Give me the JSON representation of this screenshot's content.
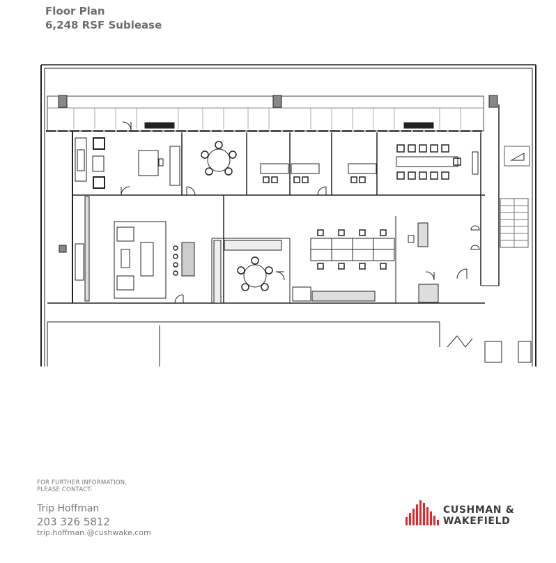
{
  "header": {
    "title": "Floor Plan",
    "subtitle": "6,248 RSF Sublease"
  },
  "contact": {
    "info_line_1": "FOR FURTHER INFORMATION,",
    "info_line_2": "PLEASE CONTACT:",
    "name": "Trip Hoffman",
    "phone": "203 326 5812",
    "email": "trip.hoffman.@cushwake.com"
  },
  "brand": {
    "line_1": "CUSHMAN &",
    "line_2": "WAKEFIELD",
    "color": "#e4262b"
  }
}
